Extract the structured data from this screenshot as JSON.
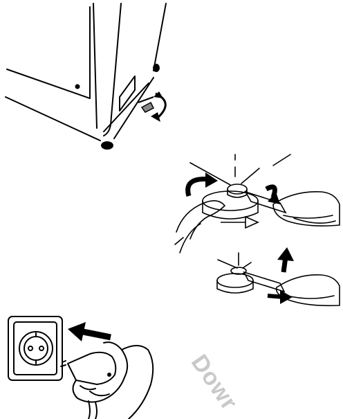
{
  "watermark": {
    "text": "Dowr"
  },
  "figures": [
    {
      "id": "appliance-foot",
      "icon": "appliance-leveling-foot-illustration"
    },
    {
      "id": "wrench-adjust",
      "icon": "wrench-locknut-illustration"
    },
    {
      "id": "plug-socket",
      "icon": "plug-into-socket-illustration"
    }
  ]
}
